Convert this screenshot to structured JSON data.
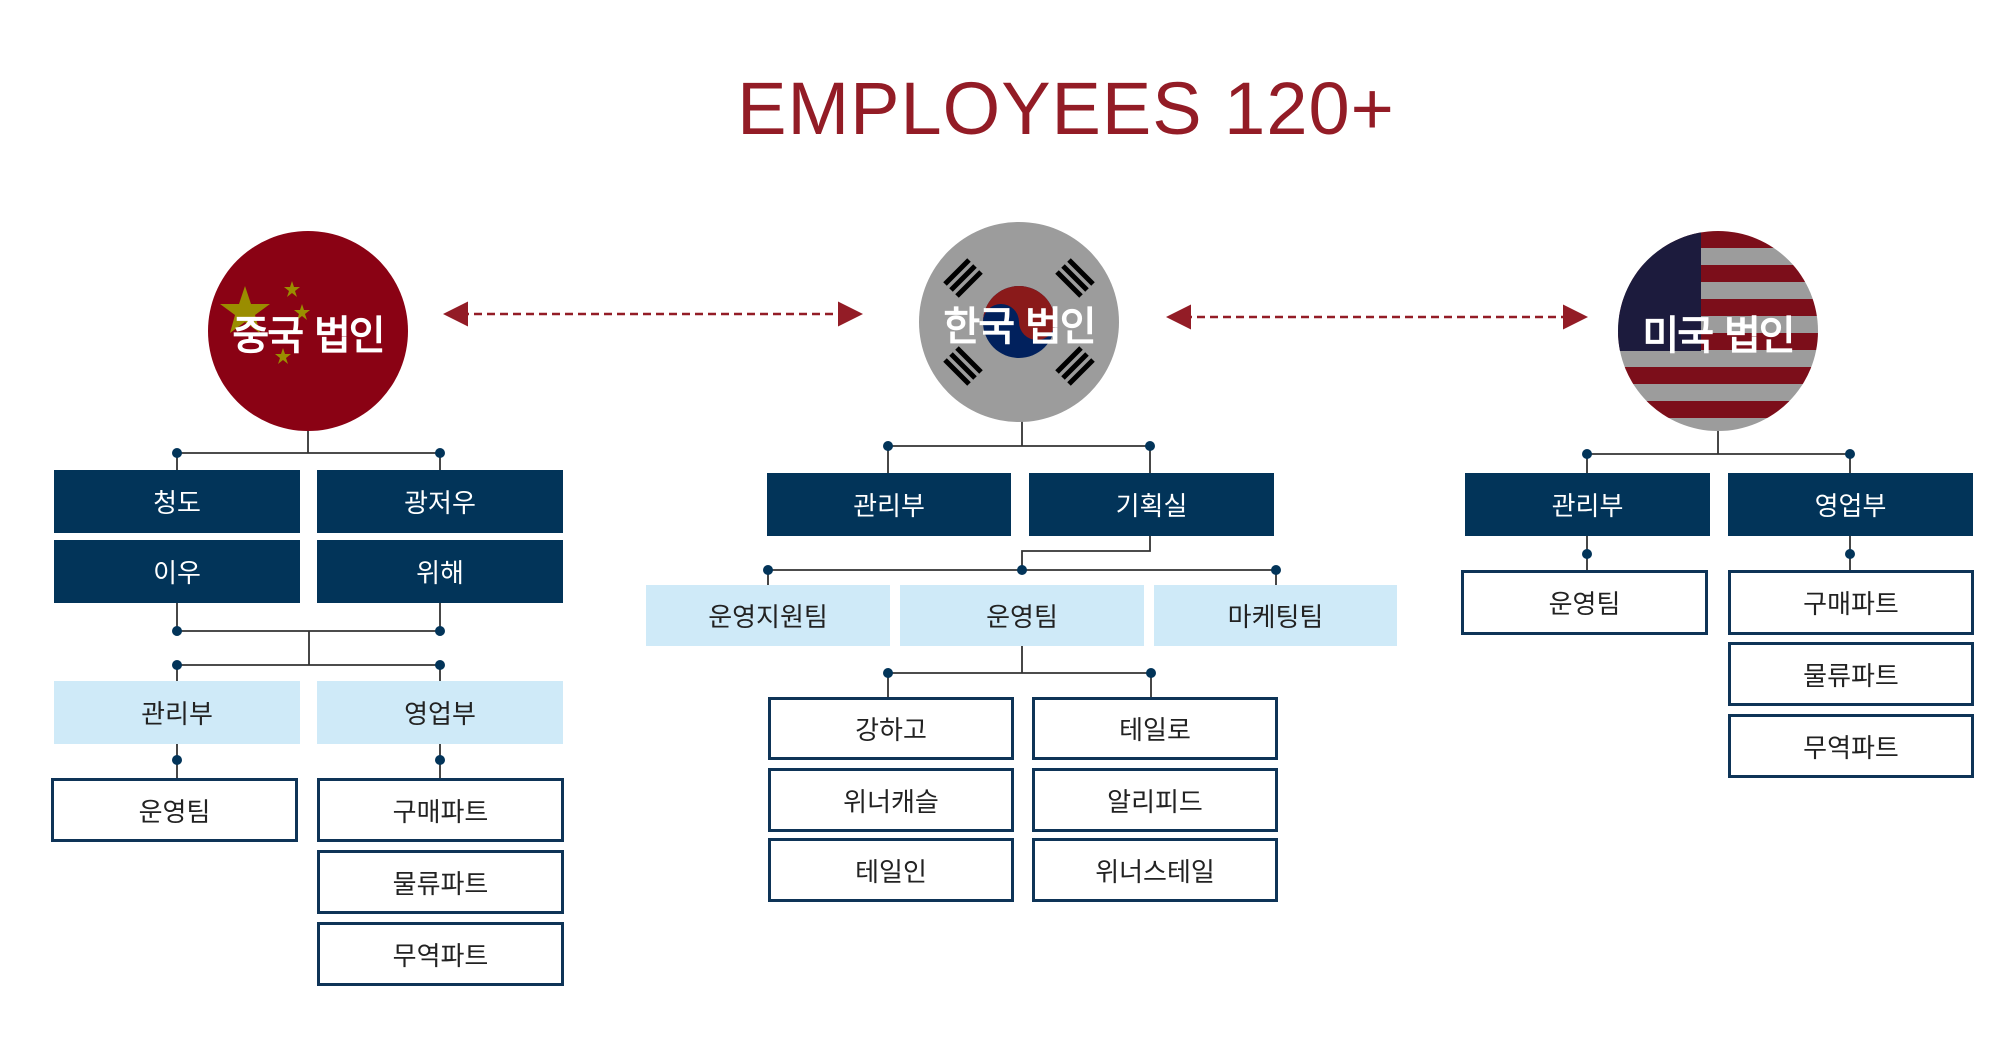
{
  "title": "EMPLOYEES 120+",
  "colors": {
    "title": "#931c26",
    "navy": "#023459",
    "light": "#cfeaf8",
    "arrow": "#931c26"
  },
  "china": {
    "name": "중국 법인",
    "level1": [
      "청도",
      "광저우",
      "이우",
      "위해"
    ],
    "depts": [
      "관리부",
      "영업부"
    ],
    "admin_teams": [
      "운영팀"
    ],
    "sales_teams": [
      "구매파트",
      "물류파트",
      "무역파트"
    ]
  },
  "korea": {
    "name": "한국 법인",
    "depts": [
      "관리부",
      "기획실"
    ],
    "teams": [
      "운영지원팀",
      "운영팀",
      "마케팅팀"
    ],
    "brands": [
      "강하고",
      "테일로",
      "위너캐슬",
      "알리피드",
      "테일인",
      "위너스테일"
    ]
  },
  "usa": {
    "name": "미국 법인",
    "depts": [
      "관리부",
      "영업부"
    ],
    "admin_teams": [
      "운영팀"
    ],
    "sales_teams": [
      "구매파트",
      "물류파트",
      "무역파트"
    ]
  }
}
